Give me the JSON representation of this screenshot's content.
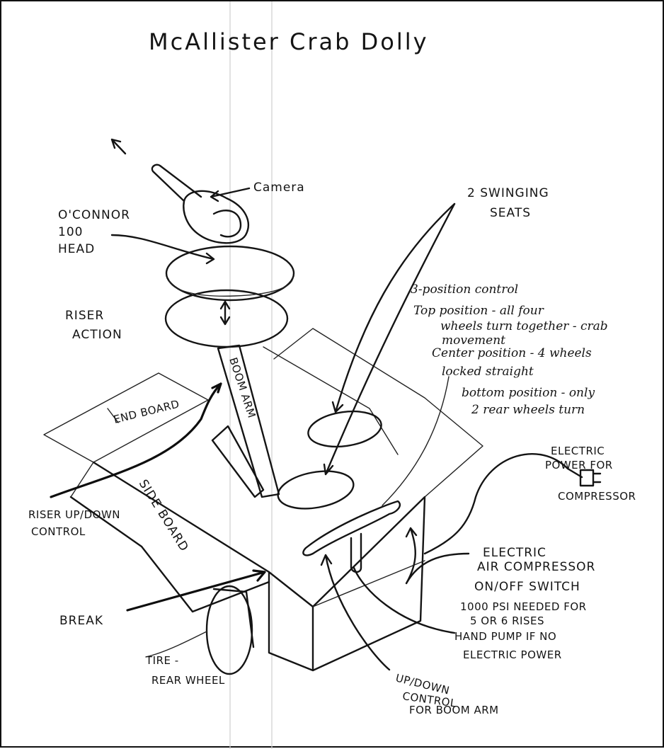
{
  "title": "McAllister Crab Dolly",
  "labels": {
    "camera": "Camera",
    "oconnor_head": [
      "O'CONNOR",
      "100",
      "HEAD"
    ],
    "riser_action": [
      "RISER",
      "ACTION"
    ],
    "boom_arm": "BOOM ARM",
    "end_board": "END BOARD",
    "side_board": "SIDE BOARD",
    "riser_updown": [
      "RISER UP/DOWN",
      "CONTROL"
    ],
    "brake": "BREAK",
    "tire": [
      "TIRE -",
      "REAR WHEEL"
    ],
    "swinging_seats": [
      "2 SWINGING",
      "SEATS"
    ],
    "position_control": [
      "3-position control",
      "Top position - all four",
      "wheels turn together - crab",
      "movement",
      "Center position - 4 wheels",
      "locked straight",
      "bottom position - only",
      "2 rear wheels turn"
    ],
    "electric_power": [
      "ELECTRIC",
      "POWER FOR",
      "COMPRESSOR"
    ],
    "compressor": [
      "ELECTRIC",
      "AIR COMPRESSOR",
      "ON/OFF SWITCH",
      "1000 PSI NEEDED FOR",
      "5 OR 6 RISES",
      "HAND PUMP IF NO",
      "ELECTRIC POWER"
    ],
    "boom_control": [
      "UP/DOWN",
      "CONTROL",
      "FOR BOOM ARM"
    ]
  },
  "colors": {
    "ink": "#141414",
    "paper": "#ffffff",
    "fold": "#cfcfcf"
  }
}
